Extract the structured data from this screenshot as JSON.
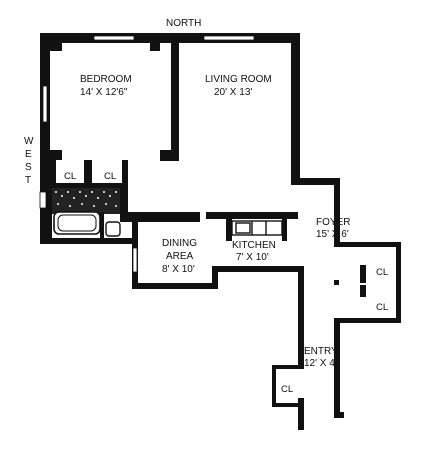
{
  "compass": {
    "north": "NORTH",
    "west_letters": [
      "W",
      "E",
      "S",
      "T"
    ]
  },
  "rooms": {
    "bedroom": {
      "name": "BEDROOM",
      "size": "14' X 12'6\""
    },
    "living_room": {
      "name": "LIVING ROOM",
      "size": "20' X 13'"
    },
    "dining_area": {
      "name_line1": "DINING",
      "name_line2": "AREA",
      "size": "8' X 10'"
    },
    "kitchen": {
      "name": "KITCHEN",
      "size": "7' X 10'"
    },
    "foyer": {
      "name": "FOYER",
      "size": "15' X 6'"
    },
    "entry": {
      "name": "ENTRY",
      "size": "12' X 4'"
    }
  },
  "closets": {
    "bedroom_left": "CL",
    "bedroom_right": "CL",
    "foyer_upper": "CL",
    "foyer_lower": "CL",
    "entry": "CL"
  },
  "colors": {
    "wall": "#111111",
    "background": "#ffffff"
  }
}
